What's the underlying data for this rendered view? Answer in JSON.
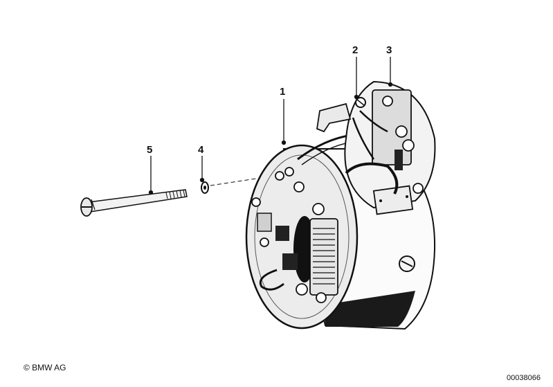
{
  "callouts": [
    {
      "id": "callout-1",
      "label": "1"
    },
    {
      "id": "callout-2",
      "label": "2"
    },
    {
      "id": "callout-3",
      "label": "3"
    },
    {
      "id": "callout-4",
      "label": "4"
    },
    {
      "id": "callout-5",
      "label": "5"
    }
  ],
  "footer": {
    "copyright": "© BMW AG",
    "document_number": "00038066"
  }
}
